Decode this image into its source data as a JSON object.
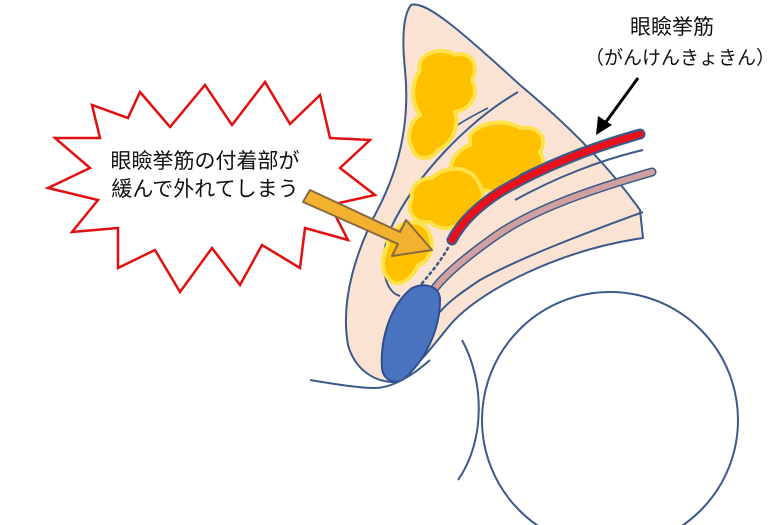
{
  "labels": {
    "muscle_name": "眼瞼挙筋",
    "muscle_reading": "（がんけんきょきん）",
    "callout_line1": "眼瞼挙筋の付着部が",
    "callout_line2": "緩んで外れてしまう"
  },
  "colors": {
    "skin": "#fbe3d3",
    "outline": "#3b5a8a",
    "fat": "#ffc000",
    "fat_edge": "#ffe24a",
    "muscle": "#e8101a",
    "muscle_inner": "#d0a0a0",
    "tarsus": "#4a74c0",
    "arrow_fill": "#f2b230",
    "arrow_edge": "#8a6a40",
    "burst_edge": "#e01010"
  },
  "icons": [
    "pointer-arrow-icon",
    "block-arrow-icon",
    "starburst-icon"
  ]
}
